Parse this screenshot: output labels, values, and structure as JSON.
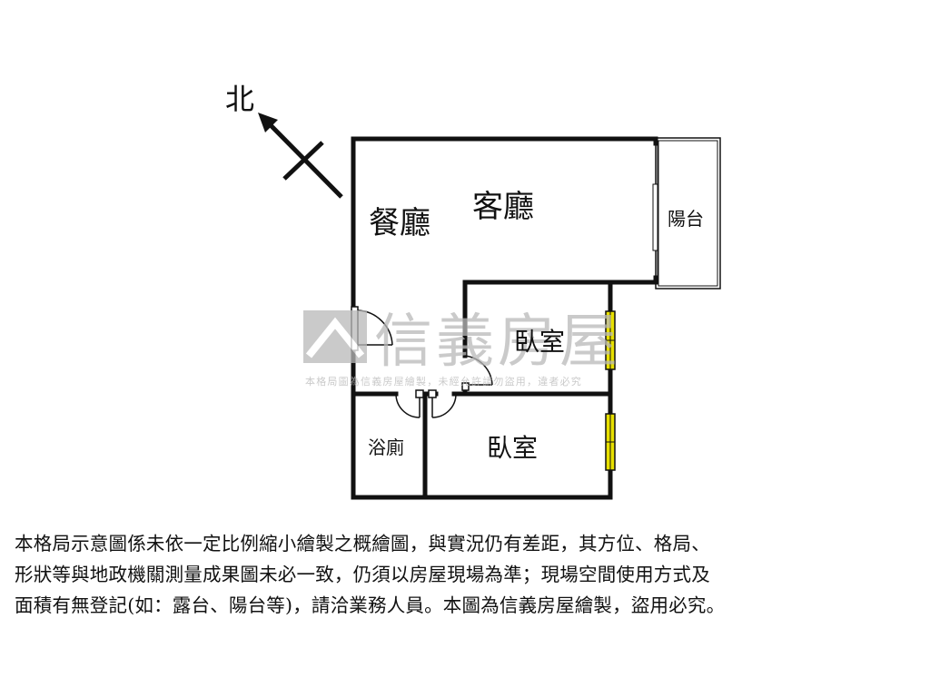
{
  "compass": {
    "label": "北"
  },
  "rooms": {
    "dining": "餐廳",
    "living": "客廳",
    "balcony": "陽台",
    "bedroom_1": "臥室",
    "bedroom_2": "臥室",
    "bathroom": "浴廁"
  },
  "watermark": {
    "brand": "信義房屋",
    "notice": "本格局圖為信義房屋繪製，未經允許請勿盜用，違者必究"
  },
  "disclaimer": {
    "line1": "本格局示意圖係未依一定比例縮小繪製之概繪圖，與實況仍有差距，其方位、格局、",
    "line2": "形狀等與地政機關測量成果圖未必一致，仍須以房屋現場為準；現場空間使用方式及",
    "line3": "面積有無登記(如：露台、陽台等)，請洽業務人員。本圖為信義房屋繪製，盜用必究。"
  },
  "colors": {
    "wall": "#111111",
    "window": "#e8e000",
    "watermark": "#b9b9b9"
  }
}
